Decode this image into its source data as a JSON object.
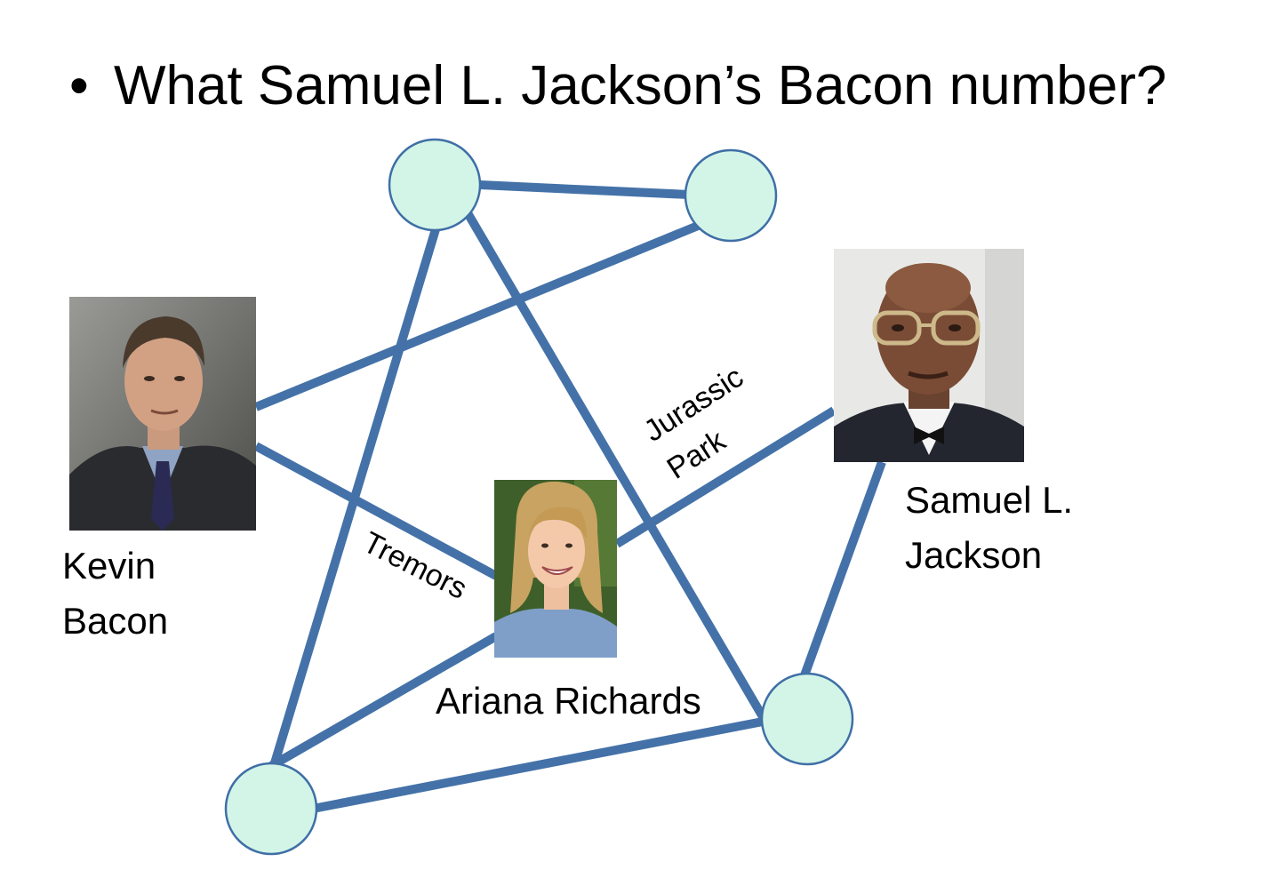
{
  "slide": {
    "bullet": "•",
    "question": "What Samuel L. Jackson’s Bacon number?"
  },
  "colors": {
    "edge": "#4472a8",
    "node_fill": "#d3f5e8",
    "node_stroke": "#3f6fa6",
    "photo_bacon": "#3a3a3a",
    "photo_ariana": "#3d5a28",
    "photo_jackson": "#e6e6e6"
  },
  "people": {
    "kevin_bacon": {
      "line1": "Kevin",
      "line2": "Bacon"
    },
    "samuel_jackson": {
      "line1": "Samuel L.",
      "line2": "Jackson"
    },
    "ariana_richards": {
      "name": "Ariana Richards"
    }
  },
  "edge_labels": {
    "tremors": "Tremors",
    "jurassic_line1": "Jurassic",
    "jurassic_line2": "Park"
  }
}
